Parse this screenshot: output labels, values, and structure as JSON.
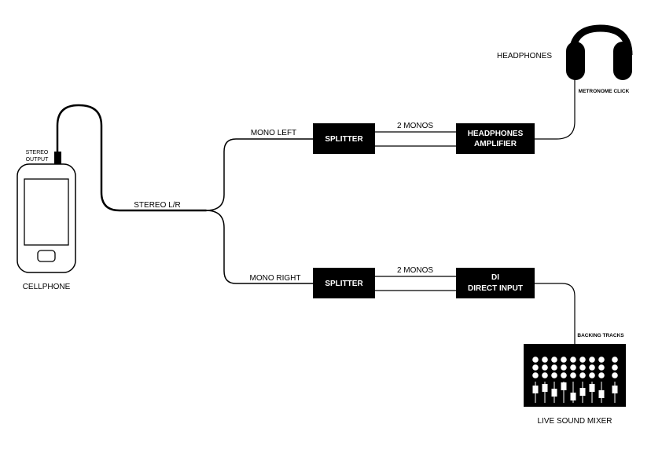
{
  "diagram": {
    "devices": {
      "cellphone": "CELLPHONE",
      "stereo_output": [
        "STEREO",
        "OUTPUT"
      ],
      "headphones": "HEADPHONES",
      "live_sound_mixer": "LIVE SOUND MIXER"
    },
    "boxes": {
      "splitter_top": "SPLITTER",
      "splitter_bottom": "SPLITTER",
      "headphones_amplifier": [
        "HEADPHONES",
        "AMPLIFIER"
      ],
      "direct_input": [
        "DI",
        "DIRECT INPUT"
      ]
    },
    "cables": {
      "stereo": "STEREO L/R",
      "mono_left": "MONO LEFT",
      "mono_right": "MONO RIGHT",
      "two_monos_top": "2 MONOS",
      "two_monos_bottom": "2 MONOS",
      "metronome_click": "METRONOME CLICK",
      "backing_tracks": "BACKING TRACKS"
    }
  }
}
